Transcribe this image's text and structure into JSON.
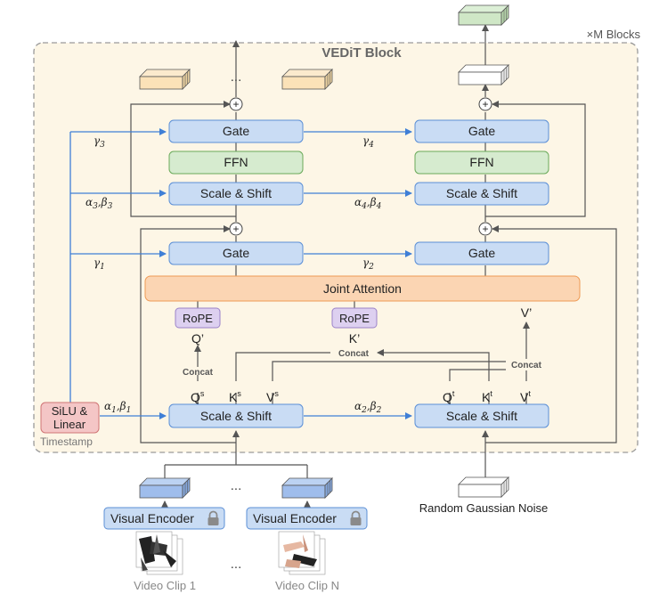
{
  "title": "VEDiT Block",
  "repeat_label": "×M Blocks",
  "timestamp_label": "Timestamp",
  "silu_line1": "SiLU &",
  "silu_line2": "Linear",
  "blocks": {
    "gate": "Gate",
    "ffn": "FFN",
    "scale_shift": "Scale & Shift",
    "joint_attention": "Joint Attention",
    "rope": "RoPE",
    "concat": "Concat",
    "visual_encoder": "Visual Encoder"
  },
  "params": {
    "g1": "γ",
    "g1s": "1",
    "g2": "γ",
    "g2s": "2",
    "g3": "γ",
    "g3s": "3",
    "g4": "γ",
    "g4s": "4",
    "ab1": "α",
    "ab1s": "1",
    "ab1b": ",β",
    "ab1bs": "1",
    "ab2": "α",
    "ab2s": "2",
    "ab2b": ",β",
    "ab2bs": "2",
    "ab3": "α",
    "ab3s": "3",
    "ab3b": ",β",
    "ab3bs": "3",
    "ab4": "α",
    "ab4s": "4",
    "ab4b": ",β",
    "ab4bs": "4"
  },
  "tokens": {
    "Q": "Q",
    "K": "K",
    "V": "V",
    "s": "s",
    "t": "t",
    "q_prime": "Q’",
    "k_prime": "K’",
    "v_prime": "V’"
  },
  "ellipsis": "...",
  "plus": "+",
  "video_clip_1": "Video Clip 1",
  "video_clip_n": "Video Clip N",
  "noise_label": "Random Gaussian Noise"
}
